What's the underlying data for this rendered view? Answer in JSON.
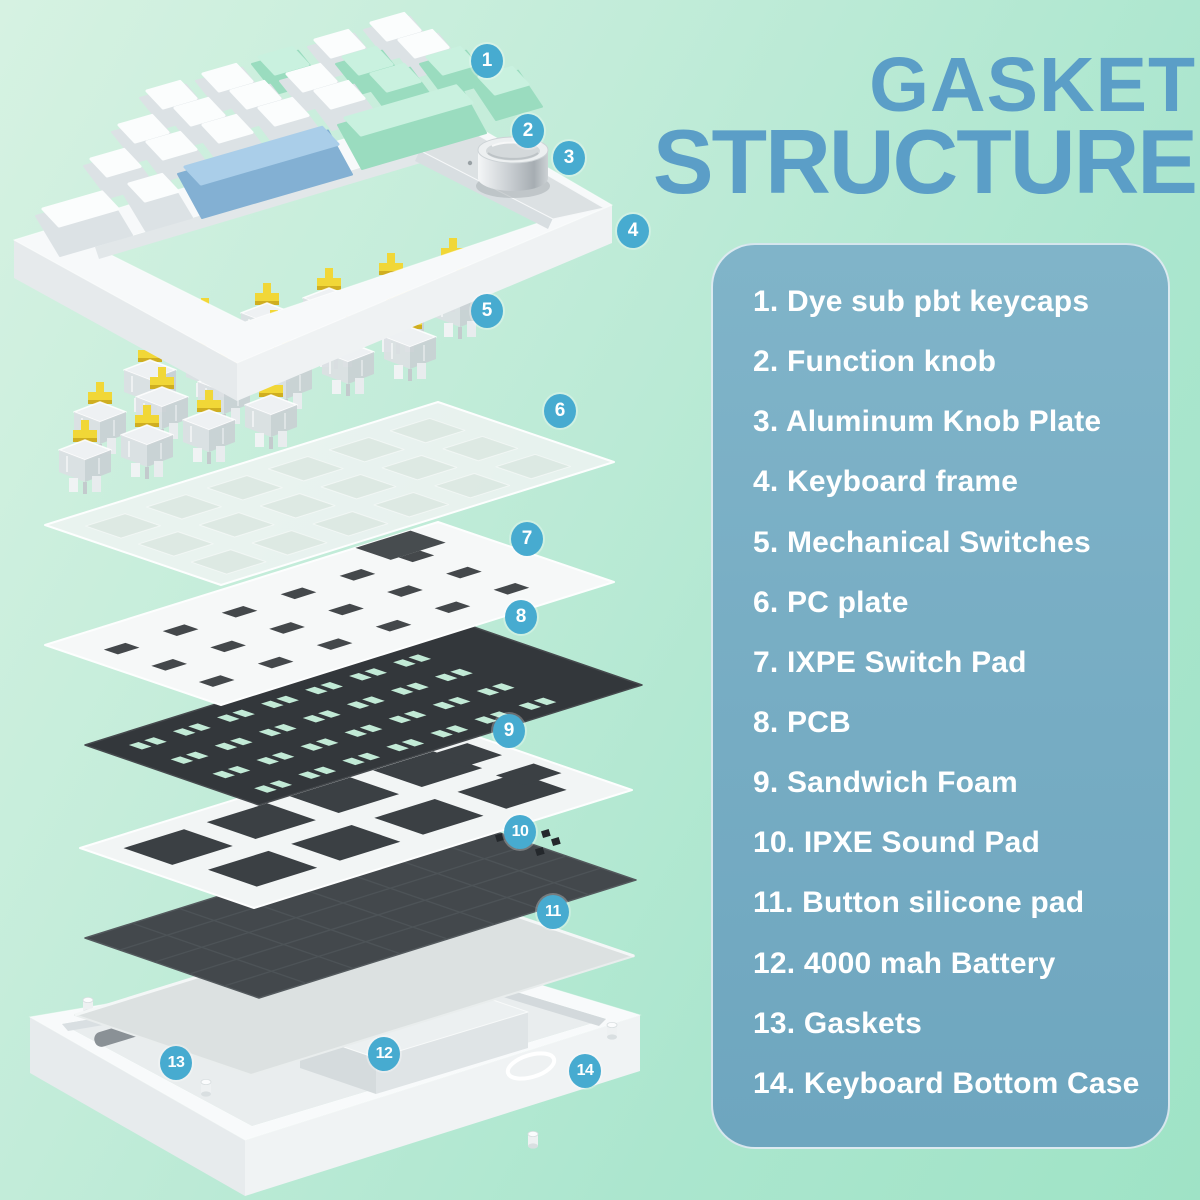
{
  "title": {
    "line1": "GASKET",
    "line2": "STRUCTURE"
  },
  "parts": [
    {
      "number": "1",
      "label": "Dye sub pbt keycaps"
    },
    {
      "number": "2",
      "label": "Function knob"
    },
    {
      "number": "3",
      "label": "Aluminum Knob Plate"
    },
    {
      "number": "4",
      "label": "Keyboard frame"
    },
    {
      "number": "5",
      "label": "Mechanical Switches"
    },
    {
      "number": "6",
      "label": "PC plate"
    },
    {
      "number": "7",
      "label": "IXPE Switch Pad"
    },
    {
      "number": "8",
      "label": "PCB"
    },
    {
      "number": "9",
      "label": "Sandwich Foam"
    },
    {
      "number": "10",
      "label": "IPXE Sound Pad"
    },
    {
      "number": "11",
      "label": "Button silicone pad"
    },
    {
      "number": "12",
      "label": "4000 mah Battery"
    },
    {
      "number": "13",
      "label": "Gaskets"
    },
    {
      "number": "14",
      "label": "Keyboard Bottom Case"
    }
  ],
  "colors": {
    "accent_blue": "#5B9EC7",
    "panel_blue": "#78AFC7",
    "badge_blue": "#47ABD0",
    "background_light": "#D3F0E0",
    "background_dark": "#9FE2C5",
    "switch_stem_yellow": "#F1D737",
    "keycap_mint": "#C9F1DF",
    "keycap_blue": "#AACEE9"
  }
}
